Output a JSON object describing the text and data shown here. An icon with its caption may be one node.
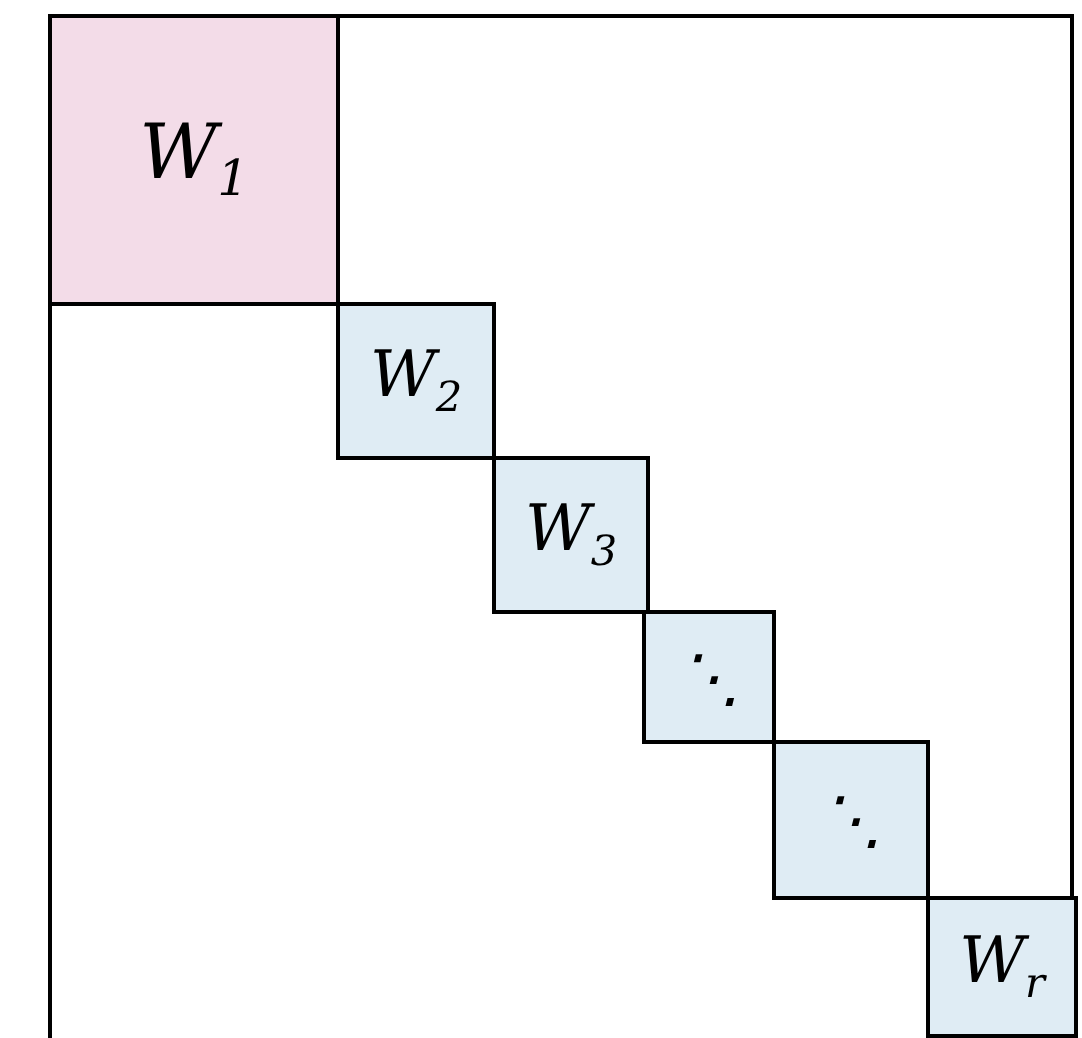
{
  "diagram": {
    "nodes": [
      {
        "text": [],
        "shape": "box"
      },
      {
        "text": [
          "W$_{1}$"
        ],
        "in": 0
      },
      {
        "text": [
          "W$_{2}$"
        ],
        "in": 0
      },
      {
        "text": [
          "W$_{3}$"
        ],
        "in": 0
      },
      {
        "text": [
          "⋱"
        ],
        "in": 0
      },
      {
        "text": [
          "⋱"
        ],
        "in": 0
      },
      {
        "text": [
          "W$_{r}$"
        ],
        "in": 0
      }
    ]
  }
}
